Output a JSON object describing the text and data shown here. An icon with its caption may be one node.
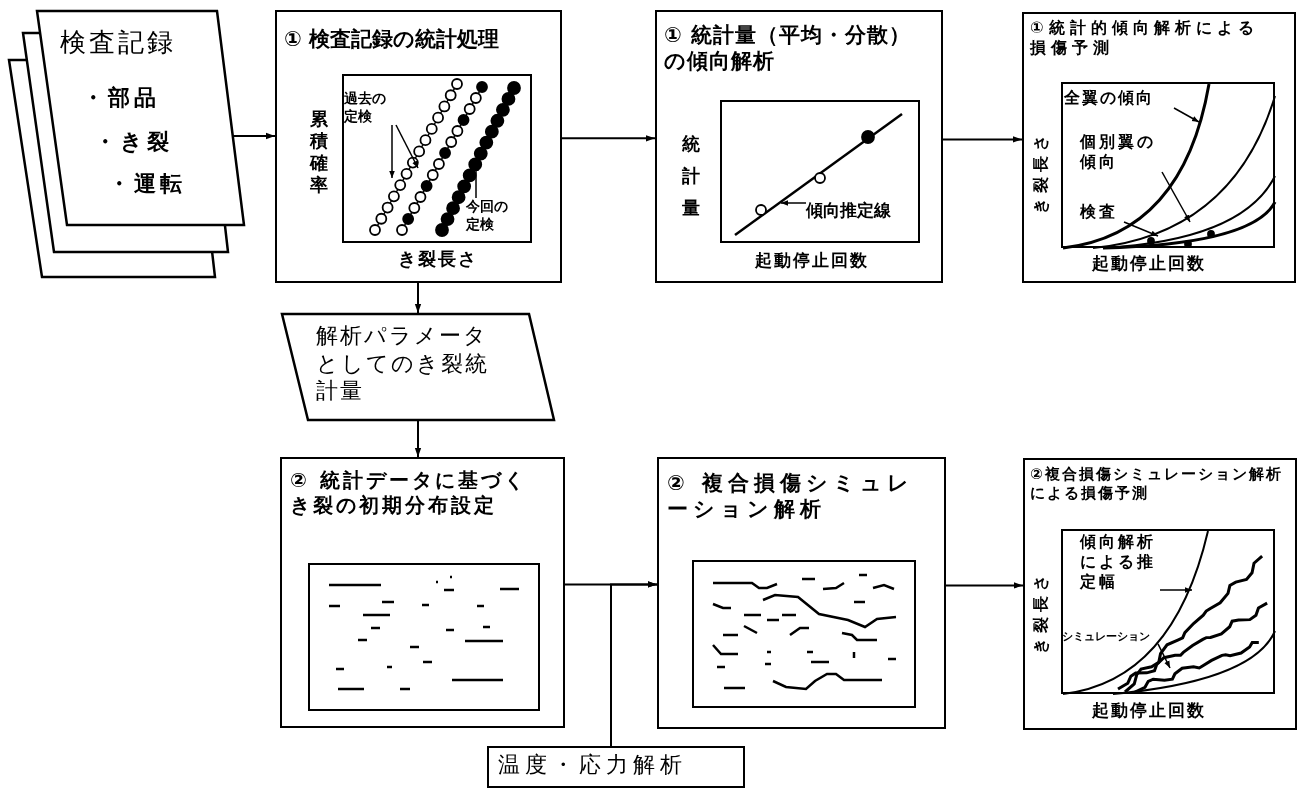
{
  "diagram": {
    "nodes": [
      {
        "text": [
          "検査記録",
          "・部品",
          "・き裂",
          "・運転"
        ]
      },
      {
        "text": [
          "① 検査記録の統計処理",
          "累積確率",
          "き裂長さ"
        ]
      },
      {
        "text": [],
        "shape": "picture",
        "in": 1
      },
      {
        "text": [
          "過去の定検"
        ],
        "in": 2
      },
      {
        "text": [
          "今回の定検"
        ],
        "in": 2
      },
      {
        "text": [
          "① 統計量（平均・分散）の傾向解析",
          "統計量",
          "起動停止回数"
        ]
      },
      {
        "text": [],
        "shape": "picture",
        "in": 5
      },
      {
        "text": [
          "傾向推定線"
        ],
        "in": 6
      },
      {
        "text": [
          "①統計的傾向解析による損傷予測",
          "き裂長さ",
          "起動停止回数"
        ]
      },
      {
        "text": [],
        "shape": "picture",
        "in": 8
      },
      {
        "text": [
          "全翼の傾向"
        ],
        "in": 9
      },
      {
        "text": [
          "個別翼の傾向"
        ],
        "in": 9
      },
      {
        "text": [
          "検査"
        ],
        "in": 9
      },
      {
        "text": [
          "解析パラメータとしてのき裂統計量"
        ]
      },
      {
        "text": [
          "② 統計データに基づくき裂の初期分布設定"
        ]
      },
      {
        "text": [],
        "shape": "picture",
        "in": 14
      },
      {
        "text": [
          "② 複合損傷シミュレーション解析"
        ]
      },
      {
        "text": [],
        "shape": "picture",
        "in": 16
      },
      {
        "text": [
          "②複合損傷シミュレーション解析による損傷予測",
          "き裂長さ",
          "起動停止回数"
        ]
      },
      {
        "text": [],
        "shape": "picture",
        "in": 18
      },
      {
        "text": [
          "傾向解析による推定幅"
        ],
        "in": 19
      },
      {
        "text": [
          "シミュレーション"
        ],
        "in": 19
      },
      {
        "text": [
          "温度・応力解析"
        ]
      }
    ],
    "edges": [
      {
        "from": 0,
        "to": 1,
        "arrow": "to"
      },
      {
        "from": 1,
        "to": 5,
        "arrow": "to"
      },
      {
        "from": 5,
        "to": 8,
        "arrow": "to"
      },
      {
        "from": 1,
        "to": 13,
        "arrow": "to"
      },
      {
        "from": 13,
        "to": 14,
        "arrow": "to"
      },
      {
        "from": 14,
        "to": 16,
        "arrow": "to"
      },
      {
        "from": 22,
        "to": 16,
        "arrow": "to"
      },
      {
        "from": 16,
        "to": 18,
        "arrow": "to"
      },
      {
        "from": 3,
        "to": null,
        "arrow": "to"
      },
      {
        "from": 3,
        "to": null,
        "arrow": "to"
      },
      {
        "from": 4,
        "to": null,
        "arrow": "to"
      },
      {
        "from": 7,
        "to": null,
        "arrow": "to"
      },
      {
        "from": 10,
        "to": null,
        "arrow": "to"
      },
      {
        "from": 11,
        "to": null,
        "arrow": "to"
      },
      {
        "from": 12,
        "to": null,
        "arrow": "to"
      },
      {
        "from": 20,
        "to": null,
        "arrow": "to"
      },
      {
        "from": 21,
        "to": null,
        "arrow": "to"
      }
    ]
  }
}
